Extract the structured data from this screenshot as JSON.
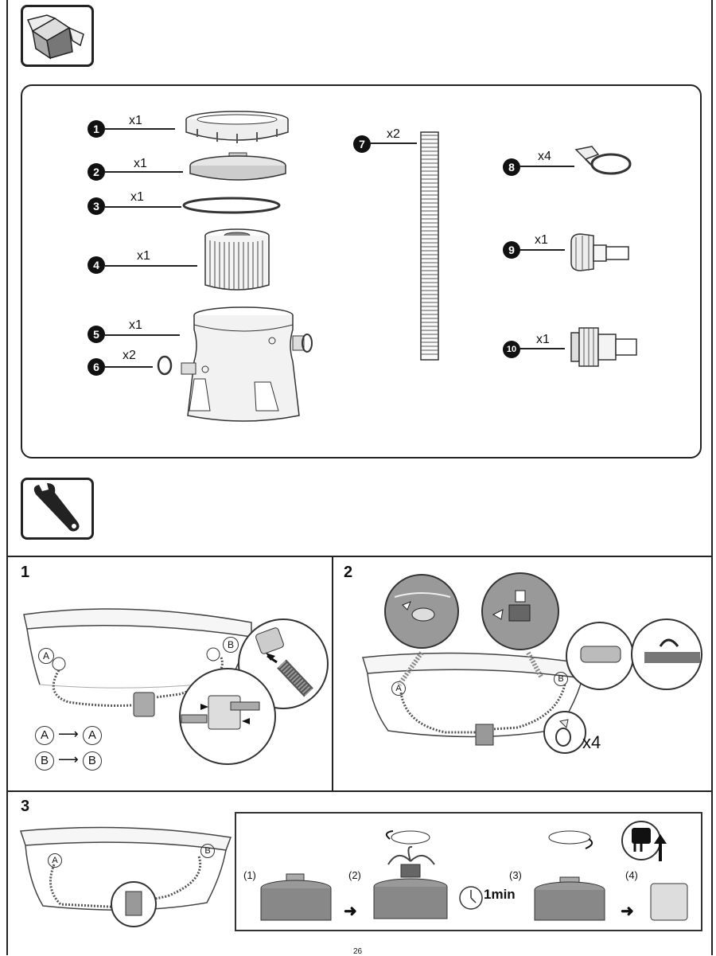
{
  "parts": {
    "items": [
      {
        "num": "1",
        "qty": "x1"
      },
      {
        "num": "2",
        "qty": "x1"
      },
      {
        "num": "3",
        "qty": "x1"
      },
      {
        "num": "4",
        "qty": "x1"
      },
      {
        "num": "5",
        "qty": "x1"
      },
      {
        "num": "6",
        "qty": "x2"
      },
      {
        "num": "7",
        "qty": "x2"
      },
      {
        "num": "8",
        "qty": "x4"
      },
      {
        "num": "9",
        "qty": "x1"
      },
      {
        "num": "10",
        "qty": "x1"
      }
    ]
  },
  "icons": {
    "box": "open-box-icon",
    "wrench": "wrench-icon"
  },
  "steps": [
    {
      "num": "1",
      "point_a": "A",
      "point_b": "B",
      "map": [
        {
          "from": "A",
          "to": "A"
        },
        {
          "from": "B",
          "to": "B"
        }
      ]
    },
    {
      "num": "2",
      "point_a": "A",
      "point_b": "B",
      "clamp_count": "x4"
    },
    {
      "num": "3",
      "point_a": "A",
      "point_b": "B",
      "substeps": [
        "(1)",
        "(2)",
        "(3)",
        "(4)"
      ],
      "wait": "1min"
    }
  ],
  "footer": {
    "page": "26"
  }
}
